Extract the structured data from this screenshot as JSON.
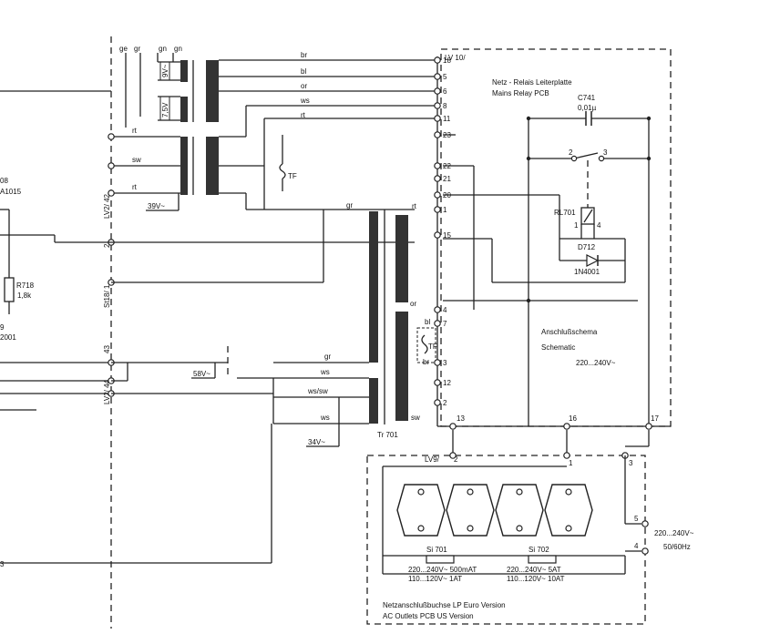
{
  "board": {
    "title_de": "Netz - Relais Leiterplatte",
    "title_en": "Mains Relay PCB",
    "connector_label": "LV 10/",
    "connector_pins": [
      "18",
      "5",
      "6",
      "8",
      "11",
      "23",
      "22",
      "21",
      "20",
      "1",
      "15",
      "4",
      "7",
      "3",
      "12",
      "2",
      "13",
      "16",
      "17"
    ]
  },
  "capacitor": {
    "ref": "C741",
    "value": "0,01µ"
  },
  "relay": {
    "ref": "RL701",
    "pins": [
      "1",
      "4"
    ],
    "switch_pins": [
      "2",
      "3"
    ]
  },
  "diode": {
    "ref": "D712",
    "part": "1N4001"
  },
  "resistor": {
    "ref": "R718",
    "value": "1,8k"
  },
  "partial_labels": {
    "l1": "08",
    "l2": "A1015",
    "l3": "9",
    "l4": "2001",
    "l5": "3"
  },
  "wires": {
    "br": "br",
    "bl": "bl",
    "or": "or",
    "ws": "ws",
    "rt": "rt",
    "sw": "sw",
    "gr": "gr",
    "ws_sw": "ws/sw"
  },
  "top_wires": {
    "ge": "ge",
    "gn1": "gn",
    "gn2": "gn",
    "gr": "gr"
  },
  "transformer": {
    "ref": "Tr 701",
    "v9": "9V~",
    "v75": "7,5V",
    "v39": "39V~",
    "v58": "58V~",
    "v34": "34V~"
  },
  "thermal_fuse": "TF",
  "connectors": {
    "lv2_42": "LV2/ 42",
    "pin2": "2",
    "si18_1": "St18/ 1",
    "pin43": "43",
    "lv2_44": "LV2/ 44",
    "lv9": "LV9/",
    "lv9_pin": "2"
  },
  "schematic_note": {
    "de": "Anschlußschema",
    "en": "Schematic",
    "voltage": "220...240V~"
  },
  "outlet_board": {
    "title_de": "Netzanschlußbuchse LP Euro Version",
    "title_en": "AC Outlets PCB US Version",
    "pins": [
      "1",
      "3",
      "5",
      "4"
    ],
    "mains_voltage": "220...240V~",
    "mains_freq": "50/60Hz"
  },
  "fuses": [
    {
      "ref": "Si 701",
      "euro": "220...240V~ 500mAT",
      "us": "110...120V~ 1AT"
    },
    {
      "ref": "Si 702",
      "euro": "220...240V~ 5AT",
      "us": "110...120V~ 10AT"
    }
  ]
}
